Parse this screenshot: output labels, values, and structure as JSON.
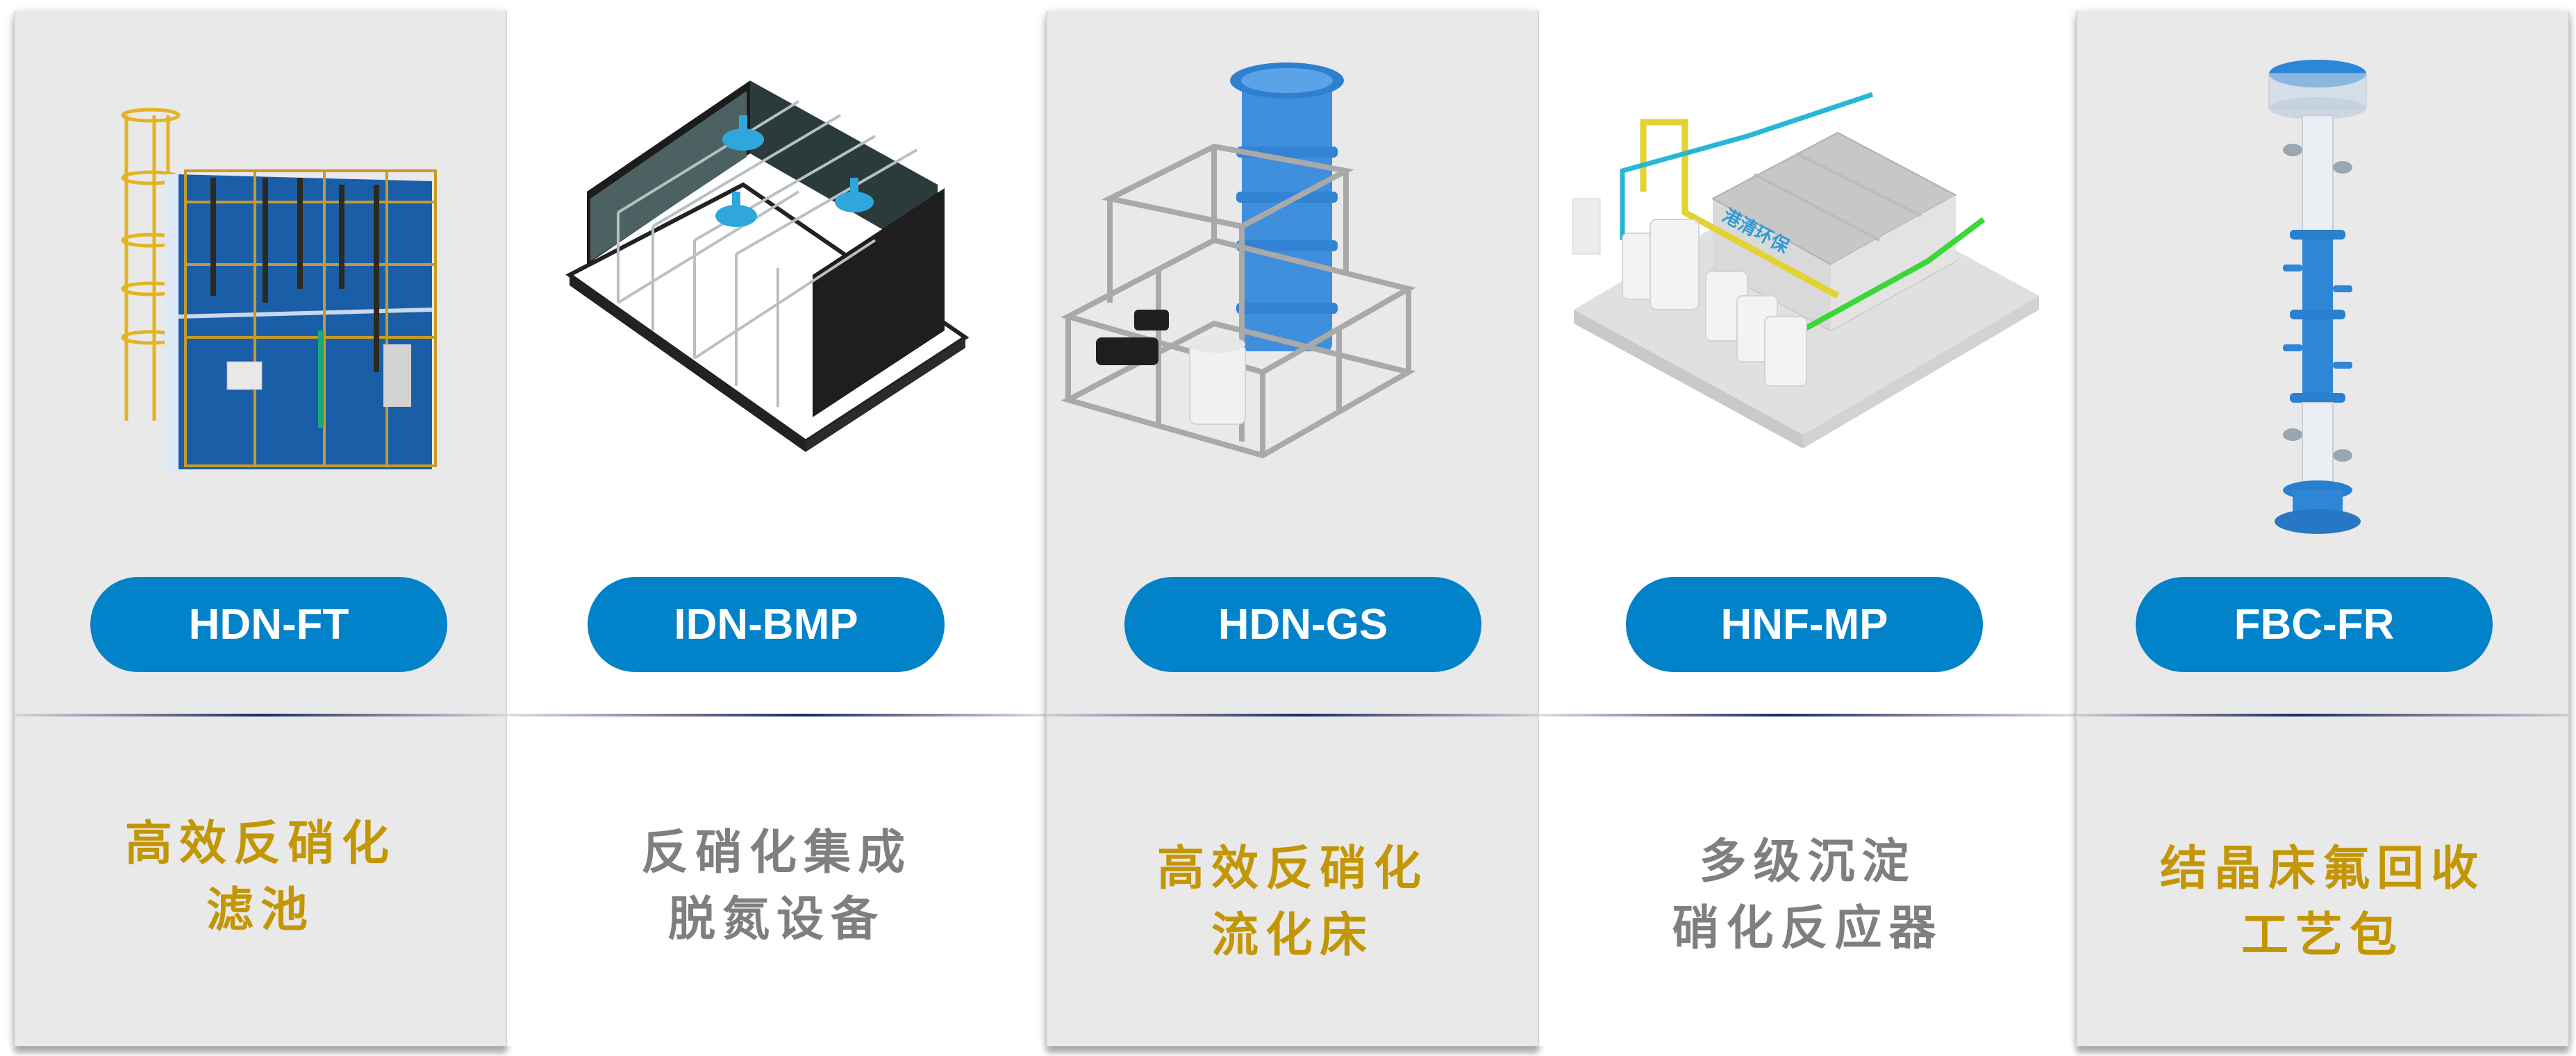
{
  "colors": {
    "panel_gray": "#e9e9e9",
    "pill_blue": "#0282c8",
    "pill_text": "#ffffff",
    "highlight_gold": "#c39606",
    "muted_gray": "#7f7f7f",
    "divider_dark": "#1f2a5c"
  },
  "products": [
    {
      "code": "HDN-FT",
      "name_lines": [
        "高效反硝化",
        "滤池"
      ],
      "highlighted": true,
      "image": "denitrification-filter-tank-icon"
    },
    {
      "code": "IDN-BMP",
      "name_lines": [
        "反硝化集成",
        "脱氮设备"
      ],
      "highlighted": false,
      "image": "integrated-denitrification-unit-icon"
    },
    {
      "code": "HDN-GS",
      "name_lines": [
        "高效反硝化",
        "流化床"
      ],
      "highlighted": true,
      "image": "fluidized-bed-reactor-icon"
    },
    {
      "code": "HNF-MP",
      "name_lines": [
        "多级沉淀",
        "硝化反应器"
      ],
      "highlighted": false,
      "image": "multistage-nitrification-reactor-icon",
      "image_label": "港清环保"
    },
    {
      "code": "FBC-FR",
      "name_lines": [
        "结晶床氟回收",
        "工艺包"
      ],
      "highlighted": true,
      "image": "crystallization-column-icon"
    }
  ]
}
